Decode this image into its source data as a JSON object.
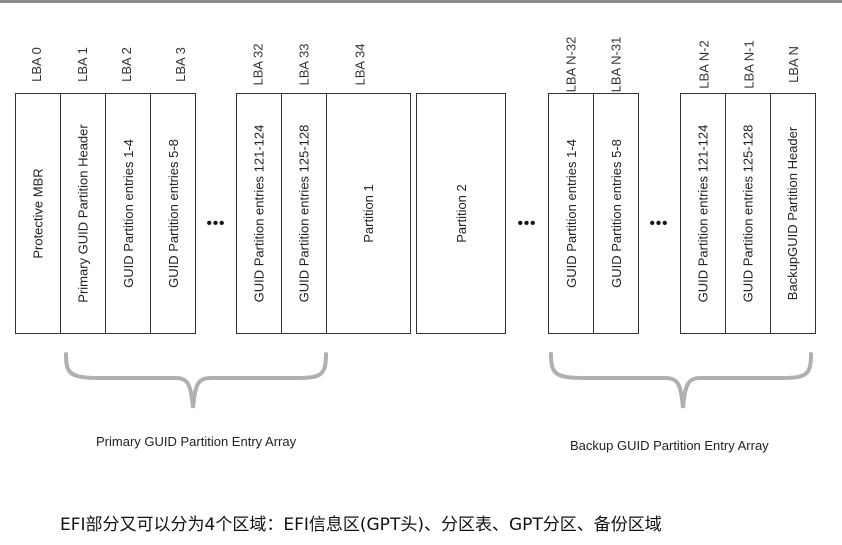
{
  "lba_labels": [
    "LBA 0",
    "LBA 1",
    "LBA 2",
    "LBA 3",
    "LBA 32",
    "LBA 33",
    "LBA 34",
    "LBA N-32",
    "LBA N-31",
    "LBA N-2",
    "LBA N-1",
    "LBA N"
  ],
  "blocks": [
    "Protective MBR",
    "Primary GUID Partition Header",
    "GUID Partition entries 1-4",
    "GUID Partition entries 5-8",
    "GUID Partition entries 121-124",
    "GUID Partition entries 125-128",
    "Partition 1",
    "Partition 2",
    "GUID Partition entries 1-4",
    "GUID Partition entries 5-8",
    "GUID Partition entries 121-124",
    "GUID Partition entries 125-128",
    "BackupGUID Partition Header"
  ],
  "ellipsis": "•••",
  "array_labels": {
    "primary": "Primary GUID Partition Entry Array",
    "backup": "Backup GUID Partition Entry Array"
  },
  "caption": "EFI部分又可以分为4个区域：EFI信息区(GPT头)、分区表、GPT分区、备份区域",
  "colors": {
    "border": "#333333",
    "brace": "#b0b0b0",
    "topline": "#8a8a8a"
  }
}
